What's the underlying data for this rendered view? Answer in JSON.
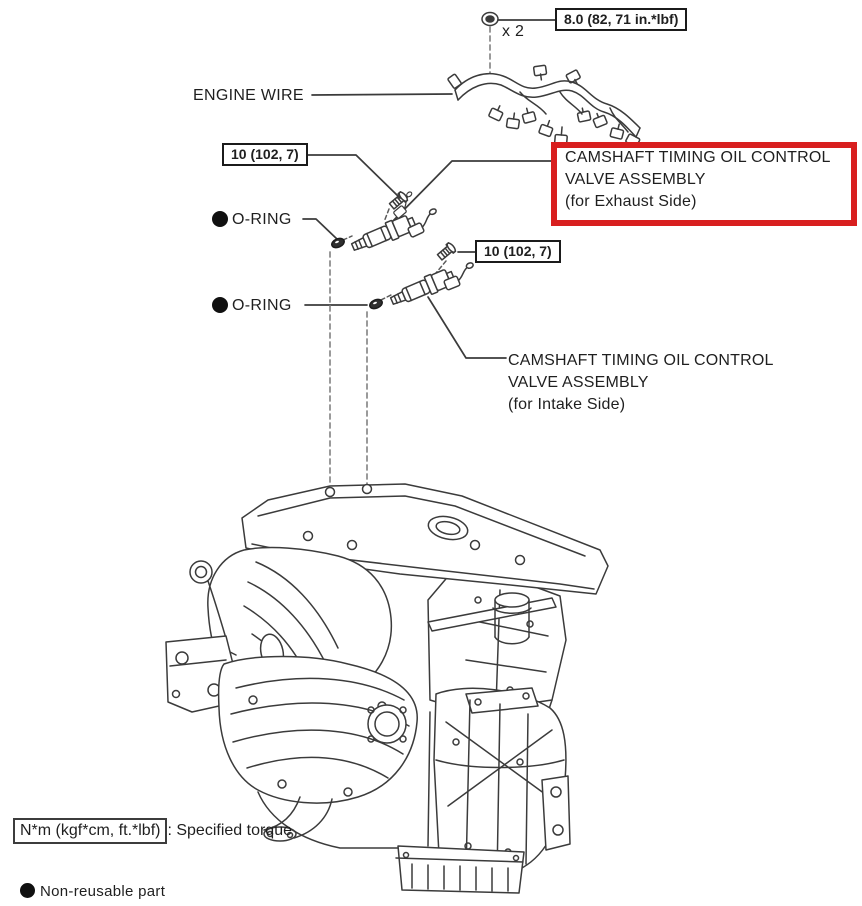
{
  "palette": {
    "line": "#3b3b3b",
    "text": "#1f1f1f",
    "highlight_red": "#d81f1f",
    "dash_gray": "#8f8f8f"
  },
  "annotations": {
    "engine_wire": {
      "label": "ENGINE WIRE"
    },
    "bolt_top": {
      "count_label": "x 2",
      "torque": "8.0 (82, 71 in.*lbf)"
    },
    "exhaust_valve": {
      "torque": "10 (102, 7)",
      "name_line1": "CAMSHAFT TIMING OIL CONTROL",
      "name_line2": "VALVE ASSEMBLY",
      "name_line3": "(for Exhaust Side)",
      "oring_label": "O-RING"
    },
    "intake_valve": {
      "torque": "10 (102, 7)",
      "name_line1": "CAMSHAFT TIMING OIL CONTROL",
      "name_line2": "VALVE ASSEMBLY",
      "name_line3": "(for Intake Side)",
      "oring_label": "O-RING"
    }
  },
  "legend": {
    "torque_box": "N*m (kgf*cm, ft.*lbf)",
    "torque_desc": ": Specified torque",
    "nonreusable": "Non-reusable part"
  }
}
